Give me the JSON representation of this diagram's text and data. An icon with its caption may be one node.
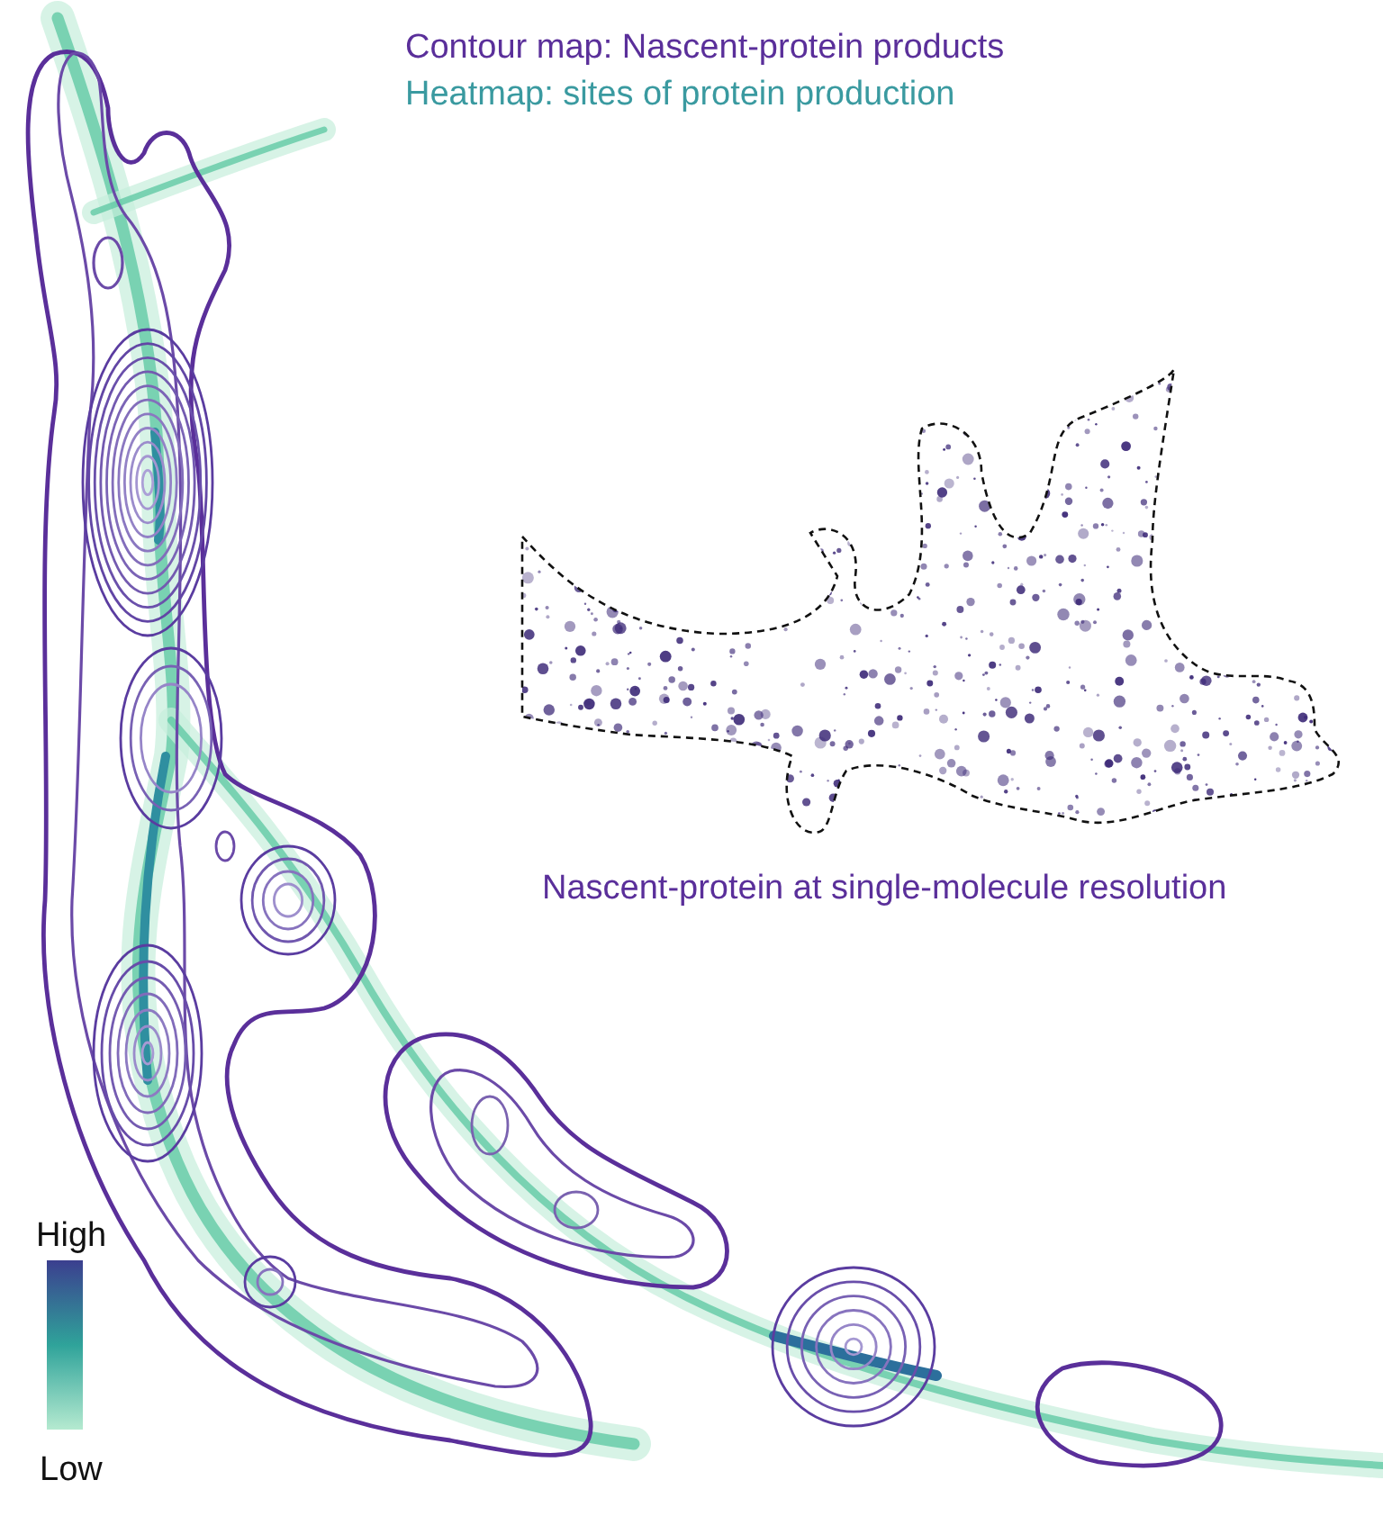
{
  "diagram": {
    "labels": [
      "Contour map: Nascent-protein products",
      "Heatmap: sites of protein production",
      "Nascent-protein at single-molecule resolution",
      "High",
      "Low"
    ]
  }
}
